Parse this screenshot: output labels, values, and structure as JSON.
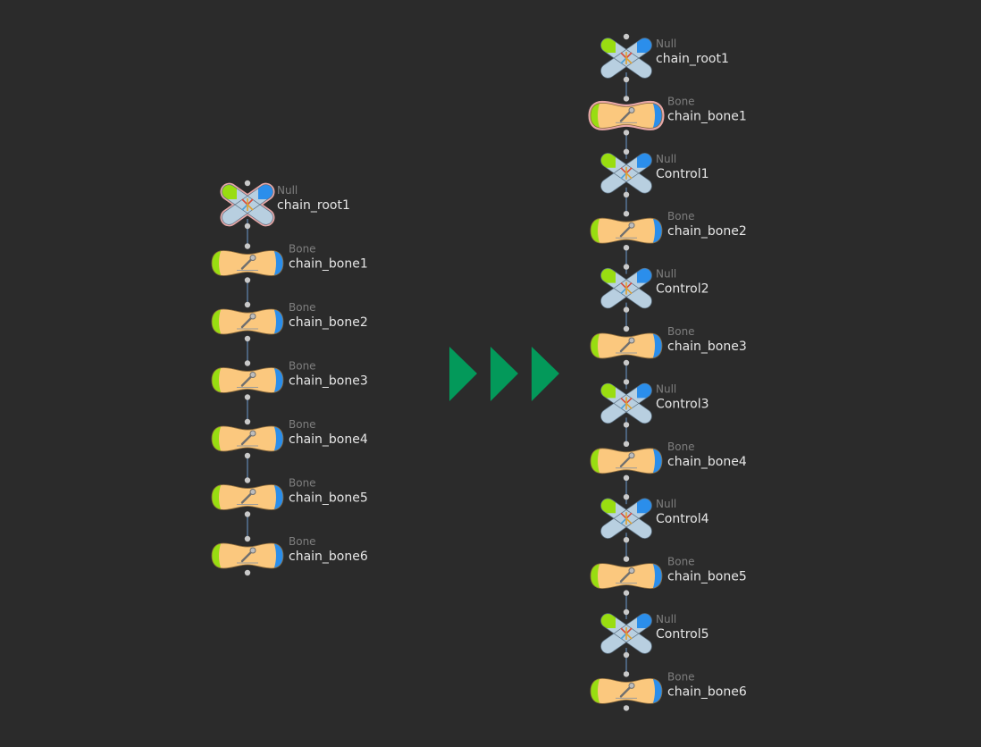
{
  "colors": {
    "background": "#2b2b2b",
    "bone_fill": "#fbc87e",
    "null_fill": "#b8cfe0",
    "input_green": "#99dd11",
    "output_blue": "#2b8eeb",
    "selected_outline": "#e8a8a8",
    "wire": "#5d7fa8",
    "connector": "#c9c9c9",
    "arrow": "#03995a"
  },
  "networks": {
    "before": {
      "nodes": [
        {
          "type": "Null",
          "name": "chain_root1",
          "icon": "null-node-icon",
          "selected": true
        },
        {
          "type": "Bone",
          "name": "chain_bone1",
          "icon": "bone-node-icon",
          "selected": false
        },
        {
          "type": "Bone",
          "name": "chain_bone2",
          "icon": "bone-node-icon",
          "selected": false
        },
        {
          "type": "Bone",
          "name": "chain_bone3",
          "icon": "bone-node-icon",
          "selected": false
        },
        {
          "type": "Bone",
          "name": "chain_bone4",
          "icon": "bone-node-icon",
          "selected": false
        },
        {
          "type": "Bone",
          "name": "chain_bone5",
          "icon": "bone-node-icon",
          "selected": false
        },
        {
          "type": "Bone",
          "name": "chain_bone6",
          "icon": "bone-node-icon",
          "selected": false
        }
      ]
    },
    "after": {
      "nodes": [
        {
          "type": "Null",
          "name": "chain_root1",
          "icon": "null-node-icon",
          "selected": false
        },
        {
          "type": "Bone",
          "name": "chain_bone1",
          "icon": "bone-node-icon",
          "selected": true
        },
        {
          "type": "Null",
          "name": "Control1",
          "icon": "null-node-icon",
          "selected": false
        },
        {
          "type": "Bone",
          "name": "chain_bone2",
          "icon": "bone-node-icon",
          "selected": false
        },
        {
          "type": "Null",
          "name": "Control2",
          "icon": "null-node-icon",
          "selected": false
        },
        {
          "type": "Bone",
          "name": "chain_bone3",
          "icon": "bone-node-icon",
          "selected": false
        },
        {
          "type": "Null",
          "name": "Control3",
          "icon": "null-node-icon",
          "selected": false
        },
        {
          "type": "Bone",
          "name": "chain_bone4",
          "icon": "bone-node-icon",
          "selected": false
        },
        {
          "type": "Null",
          "name": "Control4",
          "icon": "null-node-icon",
          "selected": false
        },
        {
          "type": "Bone",
          "name": "chain_bone5",
          "icon": "bone-node-icon",
          "selected": false
        },
        {
          "type": "Null",
          "name": "Control5",
          "icon": "null-node-icon",
          "selected": false
        },
        {
          "type": "Bone",
          "name": "chain_bone6",
          "icon": "bone-node-icon",
          "selected": false
        }
      ]
    }
  },
  "transition": {
    "icon": "triple-chevron-arrow-icon",
    "count": 3
  }
}
